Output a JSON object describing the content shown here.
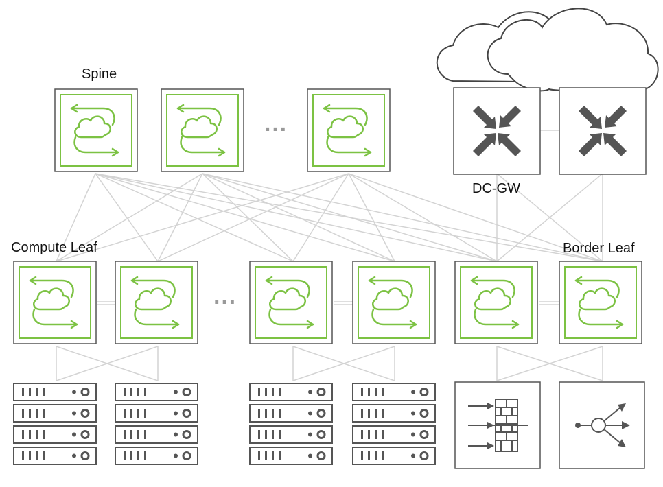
{
  "labels": {
    "spine": "Spine",
    "compute_leaf": "Compute Leaf",
    "dc_gw": "DC-GW",
    "border_leaf": "Border Leaf"
  },
  "ellipsis": "···",
  "colors": {
    "accent_green": "#7cc243",
    "box_border": "#555555",
    "link_line": "#d3d3d3",
    "server_icon": "#555555",
    "cloud_stroke": "#444444"
  },
  "icons": {
    "switch": "cloud-routing-icon",
    "gateway": "router-arrows-icon",
    "server": "server-rack-icon",
    "firewall": "firewall-icon",
    "load_balancer": "load-balancer-icon"
  }
}
